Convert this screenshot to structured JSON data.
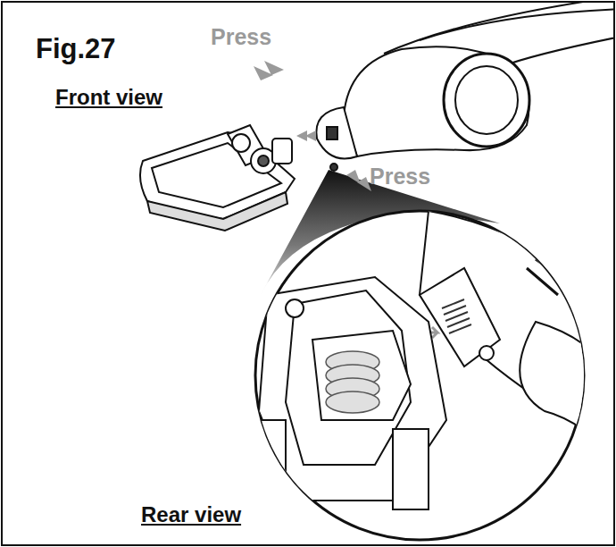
{
  "diagram": {
    "title": "Fig.27",
    "labels": [
      "Press",
      "Front view",
      "Press",
      "Rear view"
    ]
  }
}
